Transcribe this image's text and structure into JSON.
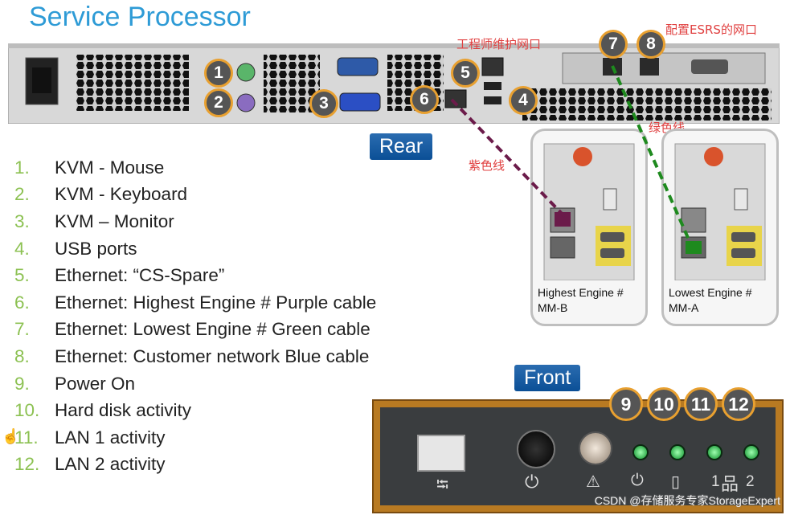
{
  "title": "Service Processor",
  "labels": {
    "rear_tab": "Rear",
    "front_tab": "Front",
    "engineer_port": "工程师维护网口",
    "esrs_port": "配置ESRS的网口",
    "purple_line": "紫色线",
    "green_line": "绿色线"
  },
  "badges": [
    "1",
    "2",
    "3",
    "4",
    "5",
    "6",
    "7",
    "8",
    "9",
    "10",
    "11",
    "12"
  ],
  "legend": [
    {
      "num": "1.",
      "text": "KVM - Mouse"
    },
    {
      "num": "2.",
      "text": "KVM - Keyboard"
    },
    {
      "num": "3.",
      "text": "KVM – Monitor"
    },
    {
      "num": "4.",
      "text": "USB ports"
    },
    {
      "num": "5.",
      "text": "Ethernet: “CS-Spare”"
    },
    {
      "num": "6.",
      "text": "Ethernet: Highest Engine # Purple cable"
    },
    {
      "num": "7.",
      "text": "Ethernet: Lowest Engine # Green cable"
    },
    {
      "num": "8.",
      "text": "Ethernet: Customer network Blue cable"
    },
    {
      "num": "9.",
      "text": "Power On"
    },
    {
      "num": "10.",
      "text": "Hard disk activity"
    },
    {
      "num": "11.",
      "text": "LAN 1 activity"
    },
    {
      "num": "12.",
      "text": "LAN 2 activity"
    }
  ],
  "modules": {
    "left": {
      "line1": "Highest Engine #",
      "line2": "MM-B"
    },
    "right": {
      "line1": "Lowest Engine #",
      "line2": "MM-A"
    }
  },
  "front_panel": {
    "lan1_label": "1",
    "lan2_label": "2"
  },
  "watermark": "CSDN @存储服务专家StorageExpert",
  "colors": {
    "purple_cable": "#6b1b4a",
    "green_cable": "#1e8a1e",
    "badge_ring": "#e8a030",
    "front_frame": "#b87a22"
  }
}
